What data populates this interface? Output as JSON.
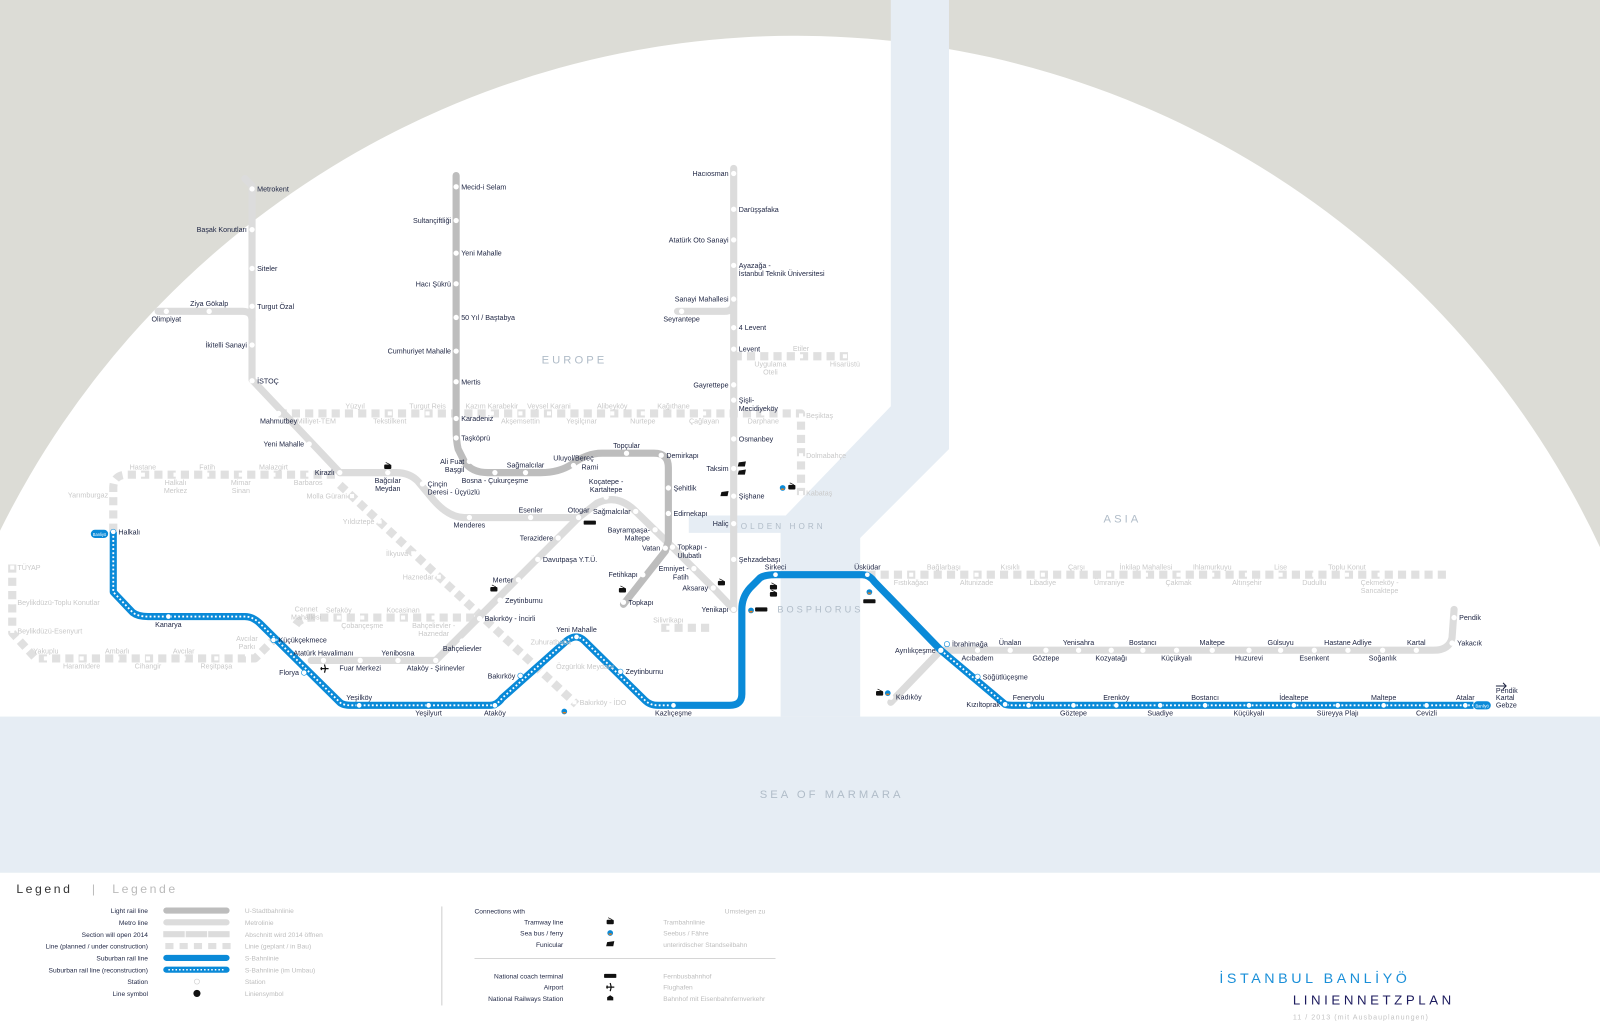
{
  "map": {
    "regions": {
      "europe": "EUROPE",
      "asia": "ASIA",
      "golden_horn": "GOLDEN HORN",
      "bosphorus": "BOSPHORUS",
      "sea": "SEA OF MARMARA"
    },
    "colors": {
      "background": "#dcdcd6",
      "land": "#ffffff",
      "water": "#e6edf4",
      "light_rail": "#bdbdbd",
      "metro": "#dcdcdc",
      "planned": "#e0e0e0",
      "suburban": "#0a8ad8",
      "title_blue": "#1a8fd8",
      "title_navy": "#1c1b5e"
    },
    "terminal_badge": "Banliyö",
    "gebze_label": "Pendik\nKartal\nGebze",
    "lines": [
      {
        "id": "T4",
        "kind": "light-rail",
        "stations": [
          "Topkapı",
          "Fetihkapı",
          "Vatan",
          "Edirnekapı",
          "Şehitlik",
          "Demirkapı",
          "Topçular",
          "Rami",
          "Uluyol/Bereç",
          "Sağmalcılar",
          "Bosna - Çukurçeşme",
          "Ali Fuat\nBaşgil",
          "Taşköprü",
          "Karadeniz",
          "Mertis",
          "Cumhuriyet Mahalle",
          "50 Yıl / Baştabya",
          "Hacı Şükrü",
          "Yeni Mahalle",
          "Sultançiftliği",
          "Mecid-i Selam"
        ]
      },
      {
        "id": "M2",
        "kind": "metro",
        "stations": [
          "Hacıosman",
          "Darüşşafaka",
          "Atatürk Oto Sanayi",
          "Ayazağa -\nİstanbul Teknik Üniversitesi",
          "Sanayi Mahallesi",
          "4 Levent",
          "Levent",
          "Gayrettepe",
          "Şişli-\nMecidiyeköy",
          "Osmanbey",
          "Taksim",
          "Şişhane",
          "Haliç",
          "Şehzadebaşı",
          "Yenikapı",
          "Seyrantepe"
        ]
      },
      {
        "id": "M1",
        "kind": "metro",
        "stations": [
          "Aksaray",
          "Emniyet -\nFatih",
          "Topkapı -\nUlubatlı",
          "Bayrampaşa-\nMaltepe",
          "Sağmalcılar",
          "Koçatepe -\nKartaltepe",
          "Otogar",
          "Terazidere",
          "Davutpaşa Y.T.Ü.",
          "Merter",
          "Zeytinburnu",
          "Bakırköy - İncirli",
          "Bahçelievler",
          "Ataköy - Şirinevler",
          "Yenibosna",
          "Fuar Merkezi",
          "Atatürk Havalimanı",
          "Esenler",
          "Menderes",
          "Çinçin\nDeresi - Üçyüzlü",
          "Bağcılar\nMeydan",
          "Kirazlı"
        ]
      },
      {
        "id": "M3",
        "kind": "metro",
        "stations": [
          "Metrokent",
          "Başak Konutları",
          "Siteler",
          "Turgut Özal",
          "İkitelli Sanayi",
          "İSTOÇ",
          "Mahmutbey",
          "Yeni Mahalle",
          "Olimpiyat",
          "Ziya Gökalp"
        ]
      },
      {
        "id": "M4",
        "kind": "metro",
        "stations": [
          "Kadıköy",
          "Ayrılıkçeşme",
          "Acıbadem",
          "Ünalan",
          "Göztepe",
          "Yenisahra",
          "Kozyatağı",
          "Bostancı",
          "Küçükyalı",
          "Maltepe",
          "Huzurevi",
          "Gülsuyu",
          "Esenkent",
          "Hastane Adliye",
          "Soğanlık",
          "Kartal",
          "Yakacık",
          "Pendik"
        ]
      },
      {
        "id": "B",
        "kind": "suburban",
        "stations": [
          "Halkalı",
          "Kanarya",
          "Küçükçekmece",
          "Florya",
          "Yeşilköy",
          "Yeşilyurt",
          "Ataköy",
          "Bakırköy",
          "Yeni Mahalle",
          "Zeytinburnu",
          "Kazlıçeşme",
          "Sirkeci",
          "Üsküdar",
          "İbrahimağa",
          "Söğütlüçeşme",
          "Kızıltoprak",
          "Feneryolu",
          "Göztepe",
          "Erenköy",
          "Suadiye",
          "Bostancı",
          "Küçükyalı",
          "İdealtepe",
          "Süreyya Plajı",
          "Maltepe",
          "Cevizli",
          "Atalar"
        ]
      },
      {
        "id": "P7",
        "kind": "planned",
        "stations": [
          "Milliyet-TEM",
          "Yüzyıl",
          "Tekstilkent",
          "Turgut Reis",
          "Kazım Karabekir",
          "Akşemsettin",
          "Veysel Karani",
          "Yeşilçınar",
          "Alibeyköy",
          "Nurtepe",
          "Kağıthane",
          "Çağlayan",
          "Darphane",
          "Beşiktaş",
          "Dolmabahçe",
          "Kabataş"
        ]
      },
      {
        "id": "P6",
        "kind": "planned",
        "stations": [
          "Uygulama\nOteli",
          "Etiler",
          "Hisarüstü"
        ]
      },
      {
        "id": "PH",
        "kind": "planned",
        "stations": [
          "Yarımburgaz",
          "Hastane",
          "Halkalı\nMerkez",
          "Fatih",
          "Mimar\nSinan",
          "Malazgirt",
          "Barbaros"
        ]
      },
      {
        "id": "PM",
        "kind": "planned",
        "stations": [
          "Molla Gürani",
          "Yıldıztepe",
          "İlkyuva",
          "Haznedar",
          "Zuhuratbaba",
          "Özgürlük Meydanı",
          "Bakırköy - İDO"
        ]
      },
      {
        "id": "PS",
        "kind": "planned",
        "stations": [
          "Sefaköy",
          "Kocasinan",
          "Cennet\nMahallesi",
          "Çobançeşme",
          "Bahçelievler -\nHaznedar"
        ]
      },
      {
        "id": "PB",
        "kind": "planned",
        "stations": [
          "TÜYAP",
          "Beylikdüzü-Toplu Konutlar",
          "Beylikdüzü-Esenyurt",
          "Yakuplu",
          "Haramidere",
          "Ambarlı",
          "Cihangir",
          "Avcılar",
          "Reşitpaşa",
          "Avcılar\nParkı"
        ]
      },
      {
        "id": "P5",
        "kind": "planned",
        "stations": [
          "Fıstıkağacı",
          "Bağlarbaşı",
          "Altunizade",
          "Kısıklı",
          "Libadiye",
          "Çarşı",
          "Ümraniye",
          "İnkilap Mahallesi",
          "Çakmak",
          "Ihlamurkuyu",
          "Altınşehir",
          "Lise",
          "Dudullu",
          "Toplu Konut",
          "Çekmeköy -\nSancaktepe"
        ]
      },
      {
        "id": "PK",
        "kind": "planned",
        "stations": [
          "Silivrikapı"
        ]
      }
    ]
  },
  "legend": {
    "title": "Legend",
    "separator": "|",
    "title_de": "Legende",
    "lines": [
      {
        "en": "Light rail line",
        "de": "U-Stadtbahnlinie",
        "style": "light-rail"
      },
      {
        "en": "Metro line",
        "de": "Metrolinie",
        "style": "metro"
      },
      {
        "en": "Section will open  2014",
        "de": "Abschnitt wird  2014 öffnen",
        "style": "opening"
      },
      {
        "en": "Line (planned / under construction)",
        "de": "Linie (geplant / in Bau)",
        "style": "planned"
      },
      {
        "en": "Suburban rail line",
        "de": "S-Bahnlinie",
        "style": "suburban"
      },
      {
        "en": "Suburban rail line (reconstruction)",
        "de": "S-Bahnlinie (im Umbau)",
        "style": "reconstruction"
      },
      {
        "en": "Station",
        "de": "Station",
        "style": "station"
      },
      {
        "en": "Line symbol",
        "de": "Liniensymbol",
        "style": "symbol"
      }
    ],
    "connections_en": "Connections with",
    "connections_de": "Umsteigen zu",
    "connections": [
      {
        "en": "Tramway line",
        "de": "Trambahnlinie",
        "icon": "tram-icon"
      },
      {
        "en": "Sea bus / ferry",
        "de": "Seebus / Fähre",
        "icon": "ferry-icon"
      },
      {
        "en": "Funicular",
        "de": "unterirdischer Standseilbahn",
        "icon": "funicular-icon"
      }
    ],
    "facilities": [
      {
        "en": "National coach terminal",
        "de": "Fernbusbahnhof",
        "icon": "coach-icon"
      },
      {
        "en": "Airport",
        "de": "Flughafen",
        "icon": "airport-icon"
      },
      {
        "en": "National Railways Station",
        "de": "Bahnhof mit Eisenbahnfernverkehr",
        "icon": "railway-icon"
      }
    ]
  },
  "title": {
    "line1": "İSTANBUL BANLİYÖ",
    "line2": "LINIENNETZPLAN",
    "subtitle": "11 / 2013 (mit Ausbauplanungen)"
  }
}
